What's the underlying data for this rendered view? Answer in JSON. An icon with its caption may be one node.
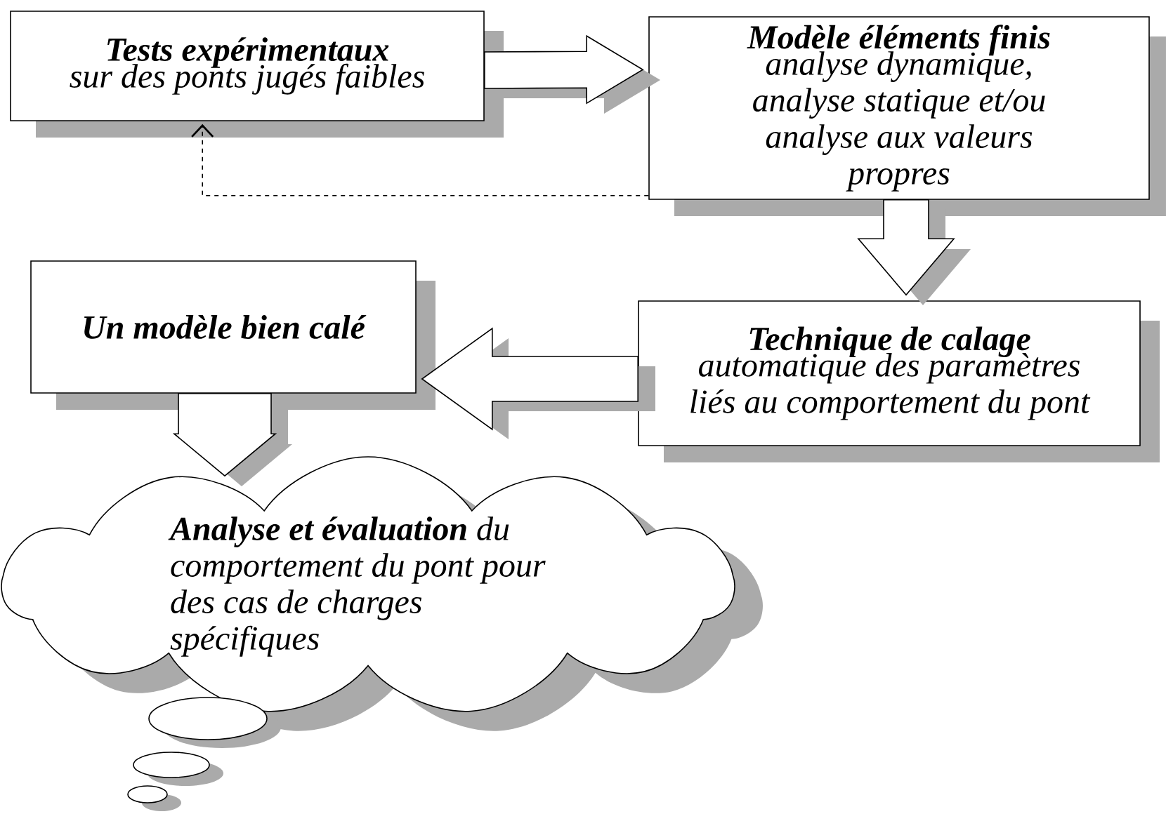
{
  "diagram": {
    "nodes": [
      {
        "text": [
          "Tests expérimentaux",
          "sur des ponts jugés faibles"
        ]
      },
      {
        "text": [
          "Modèle éléments finis",
          "analyse dynamique, analyse statique et/ou analyse aux valeurs propres"
        ]
      },
      {
        "text": [
          "Un modèle bien calé"
        ]
      },
      {
        "text": [
          "Technique de calage",
          "automatique des paramètres liés au comportement du pont"
        ]
      },
      {
        "text": [
          "**Analyse et évaluation** du comportement du pont pour des cas de charges spécifiques"
        ]
      }
    ],
    "edges": [
      {
        "from": 0,
        "to": 1,
        "arrow": "to"
      },
      {
        "from": 1,
        "to": 0,
        "arrow": "to",
        "style": "dashed"
      },
      {
        "from": 1,
        "to": 3,
        "arrow": "to"
      },
      {
        "from": 3,
        "to": 2,
        "arrow": "to"
      },
      {
        "from": 2,
        "to": 4,
        "arrow": "to"
      }
    ]
  }
}
